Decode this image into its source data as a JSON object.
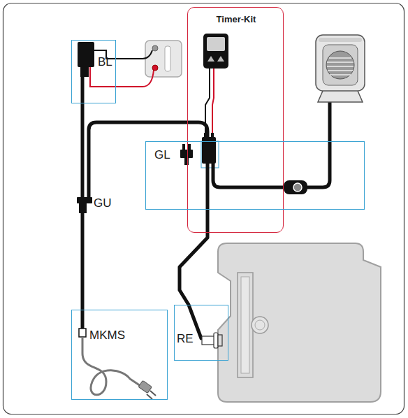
{
  "diagram": {
    "nodes": [
      {
        "text": [
          "Timer-Kit"
        ]
      },
      {
        "text": [
          "BL"
        ]
      },
      {
        "text": [
          "GL"
        ]
      },
      {
        "text": [
          "MKMS"
        ]
      },
      {
        "text": [
          "RE"
        ]
      }
    ],
    "edges": [
      {
        "from": 1,
        "to": 3,
        "arrow": "none"
      },
      {
        "from": 2,
        "to": 4,
        "arrow": "none"
      }
    ],
    "labels": [
      "GU"
    ]
  }
}
